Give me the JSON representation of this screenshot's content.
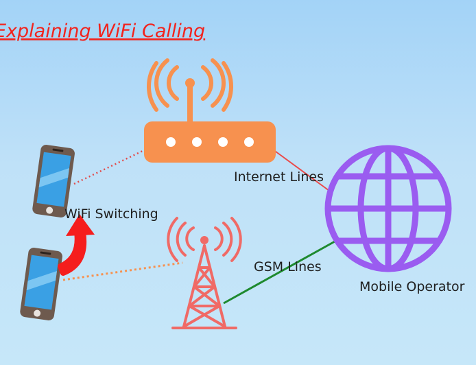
{
  "title": "Explaining WiFi Calling",
  "labels": {
    "internet_lines": "Internet Lines",
    "wifi_switching": "WiFi Switching",
    "gsm_lines": "GSM Lines",
    "mobile_operator": "Mobile Operator"
  },
  "colors": {
    "title": "#f2231d",
    "router": "#f7914f",
    "tower": "#f06a66",
    "globe": "#9a5cf0",
    "switch_arrow": "#f51d1d",
    "internet_line": "#ea4a4a",
    "gsm_line": "#1e8a2f",
    "phone_body": "#6e5a4e",
    "phone_screen": "#3aa0e4"
  },
  "icons": {
    "router": "wifi-router-icon",
    "tower": "cell-tower-icon",
    "globe": "globe-icon",
    "phone_top": "smartphone-icon",
    "phone_bottom": "smartphone-icon",
    "arrow": "curved-arrow-icon"
  }
}
